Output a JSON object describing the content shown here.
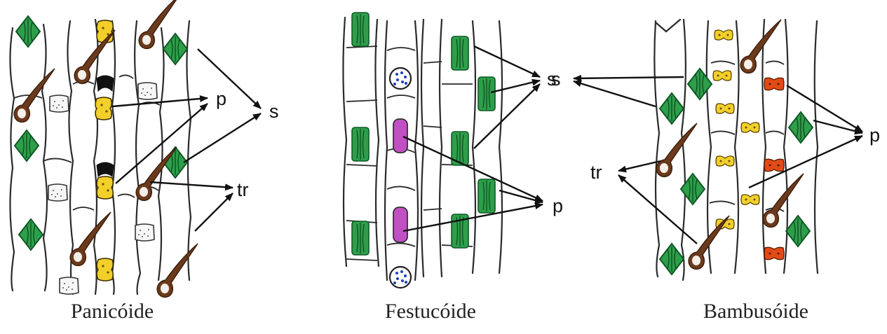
{
  "panels": [
    {
      "id": "panicoide",
      "caption": "Panicóide"
    },
    {
      "id": "festucoide",
      "caption": "Festucóide"
    },
    {
      "id": "bambusoide",
      "caption": "Bambusóide"
    }
  ],
  "labels": {
    "panicoide": {
      "p": "p",
      "s": "s",
      "tr": "tr"
    },
    "festucoide": {
      "s": "s",
      "p": "p"
    },
    "bambusoide": {
      "s": "s",
      "p": "p",
      "tr": "tr"
    }
  },
  "colors": {
    "silica_green": "#2e9e4a",
    "silica_dark": "#0f5a26",
    "yellow_body": "#f2cf2a",
    "orange_body": "#e24a16",
    "purple_body": "#c34fc4",
    "blue_dots": "#1f3fbf",
    "trichome": "#6b3a1c",
    "wall": "#2a2a2a"
  }
}
